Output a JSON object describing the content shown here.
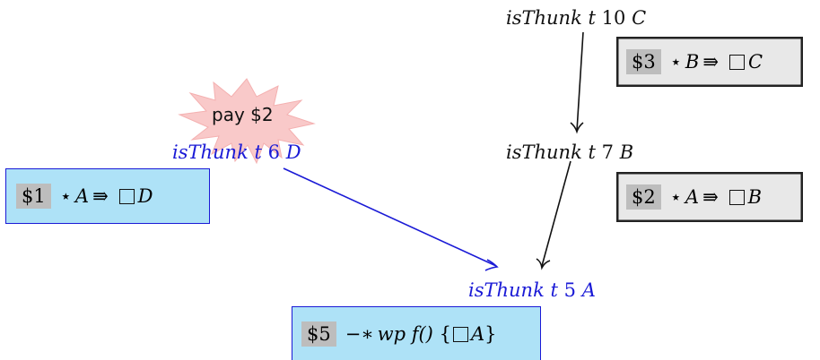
{
  "pay": {
    "text": "pay $2"
  },
  "thunks": [
    {
      "pred": "isThunk",
      "var": "t",
      "num": "10",
      "type": "C"
    },
    {
      "pred": "isThunk",
      "var": "t",
      "num": "7",
      "type": "B"
    },
    {
      "pred": "isThunk",
      "var": "t",
      "num": "6",
      "type": "D"
    },
    {
      "pred": "isThunk",
      "var": "t",
      "num": "5",
      "type": "A"
    }
  ],
  "boxes": [
    {
      "credit": "$3",
      "star": "⋆",
      "lhs": "B",
      "arrow": "⇛",
      "rhs": "C"
    },
    {
      "credit": "$2",
      "star": "⋆",
      "lhs": "A",
      "arrow": "⇛",
      "rhs": "B"
    },
    {
      "credit": "$1",
      "star": "⋆",
      "lhs": "A",
      "arrow": "⇛",
      "rhs": "D"
    }
  ],
  "wpbox": {
    "credit": "$5",
    "wand": "−∗",
    "wp": "wp",
    "call": "f()",
    "lbrace": "{",
    "rhs": "A",
    "rbrace": "}"
  },
  "colors": {
    "blue_text": "#1a1ad6",
    "blue_box_fill": "#aee2f7",
    "gray_box_fill": "#e8e8e8",
    "credit_fill": "#bdbdbd",
    "starburst_fill": "#f9c9c9"
  }
}
